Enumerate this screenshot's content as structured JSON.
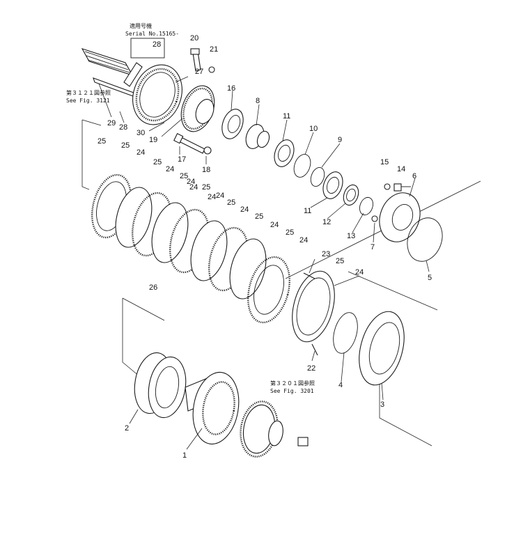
{
  "notes": {
    "serial_jp": "適用号機",
    "serial": "Serial No.15165-",
    "fig3121_jp": "第３１２１図参照",
    "fig3121": "See Fig. 3121",
    "fig3201_jp": "第３２０１図参照",
    "fig3201": "See Fig. 3201"
  },
  "callouts": [
    "1",
    "2",
    "3",
    "4",
    "5",
    "6",
    "7",
    "8",
    "9",
    "10",
    "11",
    "11",
    "12",
    "13",
    "14",
    "15",
    "16",
    "17",
    "18",
    "19",
    "20",
    "21",
    "22",
    "23",
    "24",
    "24",
    "24",
    "24",
    "24",
    "24",
    "24",
    "24",
    "24",
    "24",
    "25",
    "25",
    "25",
    "25",
    "25",
    "25",
    "25",
    "25",
    "25",
    "26",
    "27",
    "28",
    "28",
    "29",
    "30"
  ]
}
